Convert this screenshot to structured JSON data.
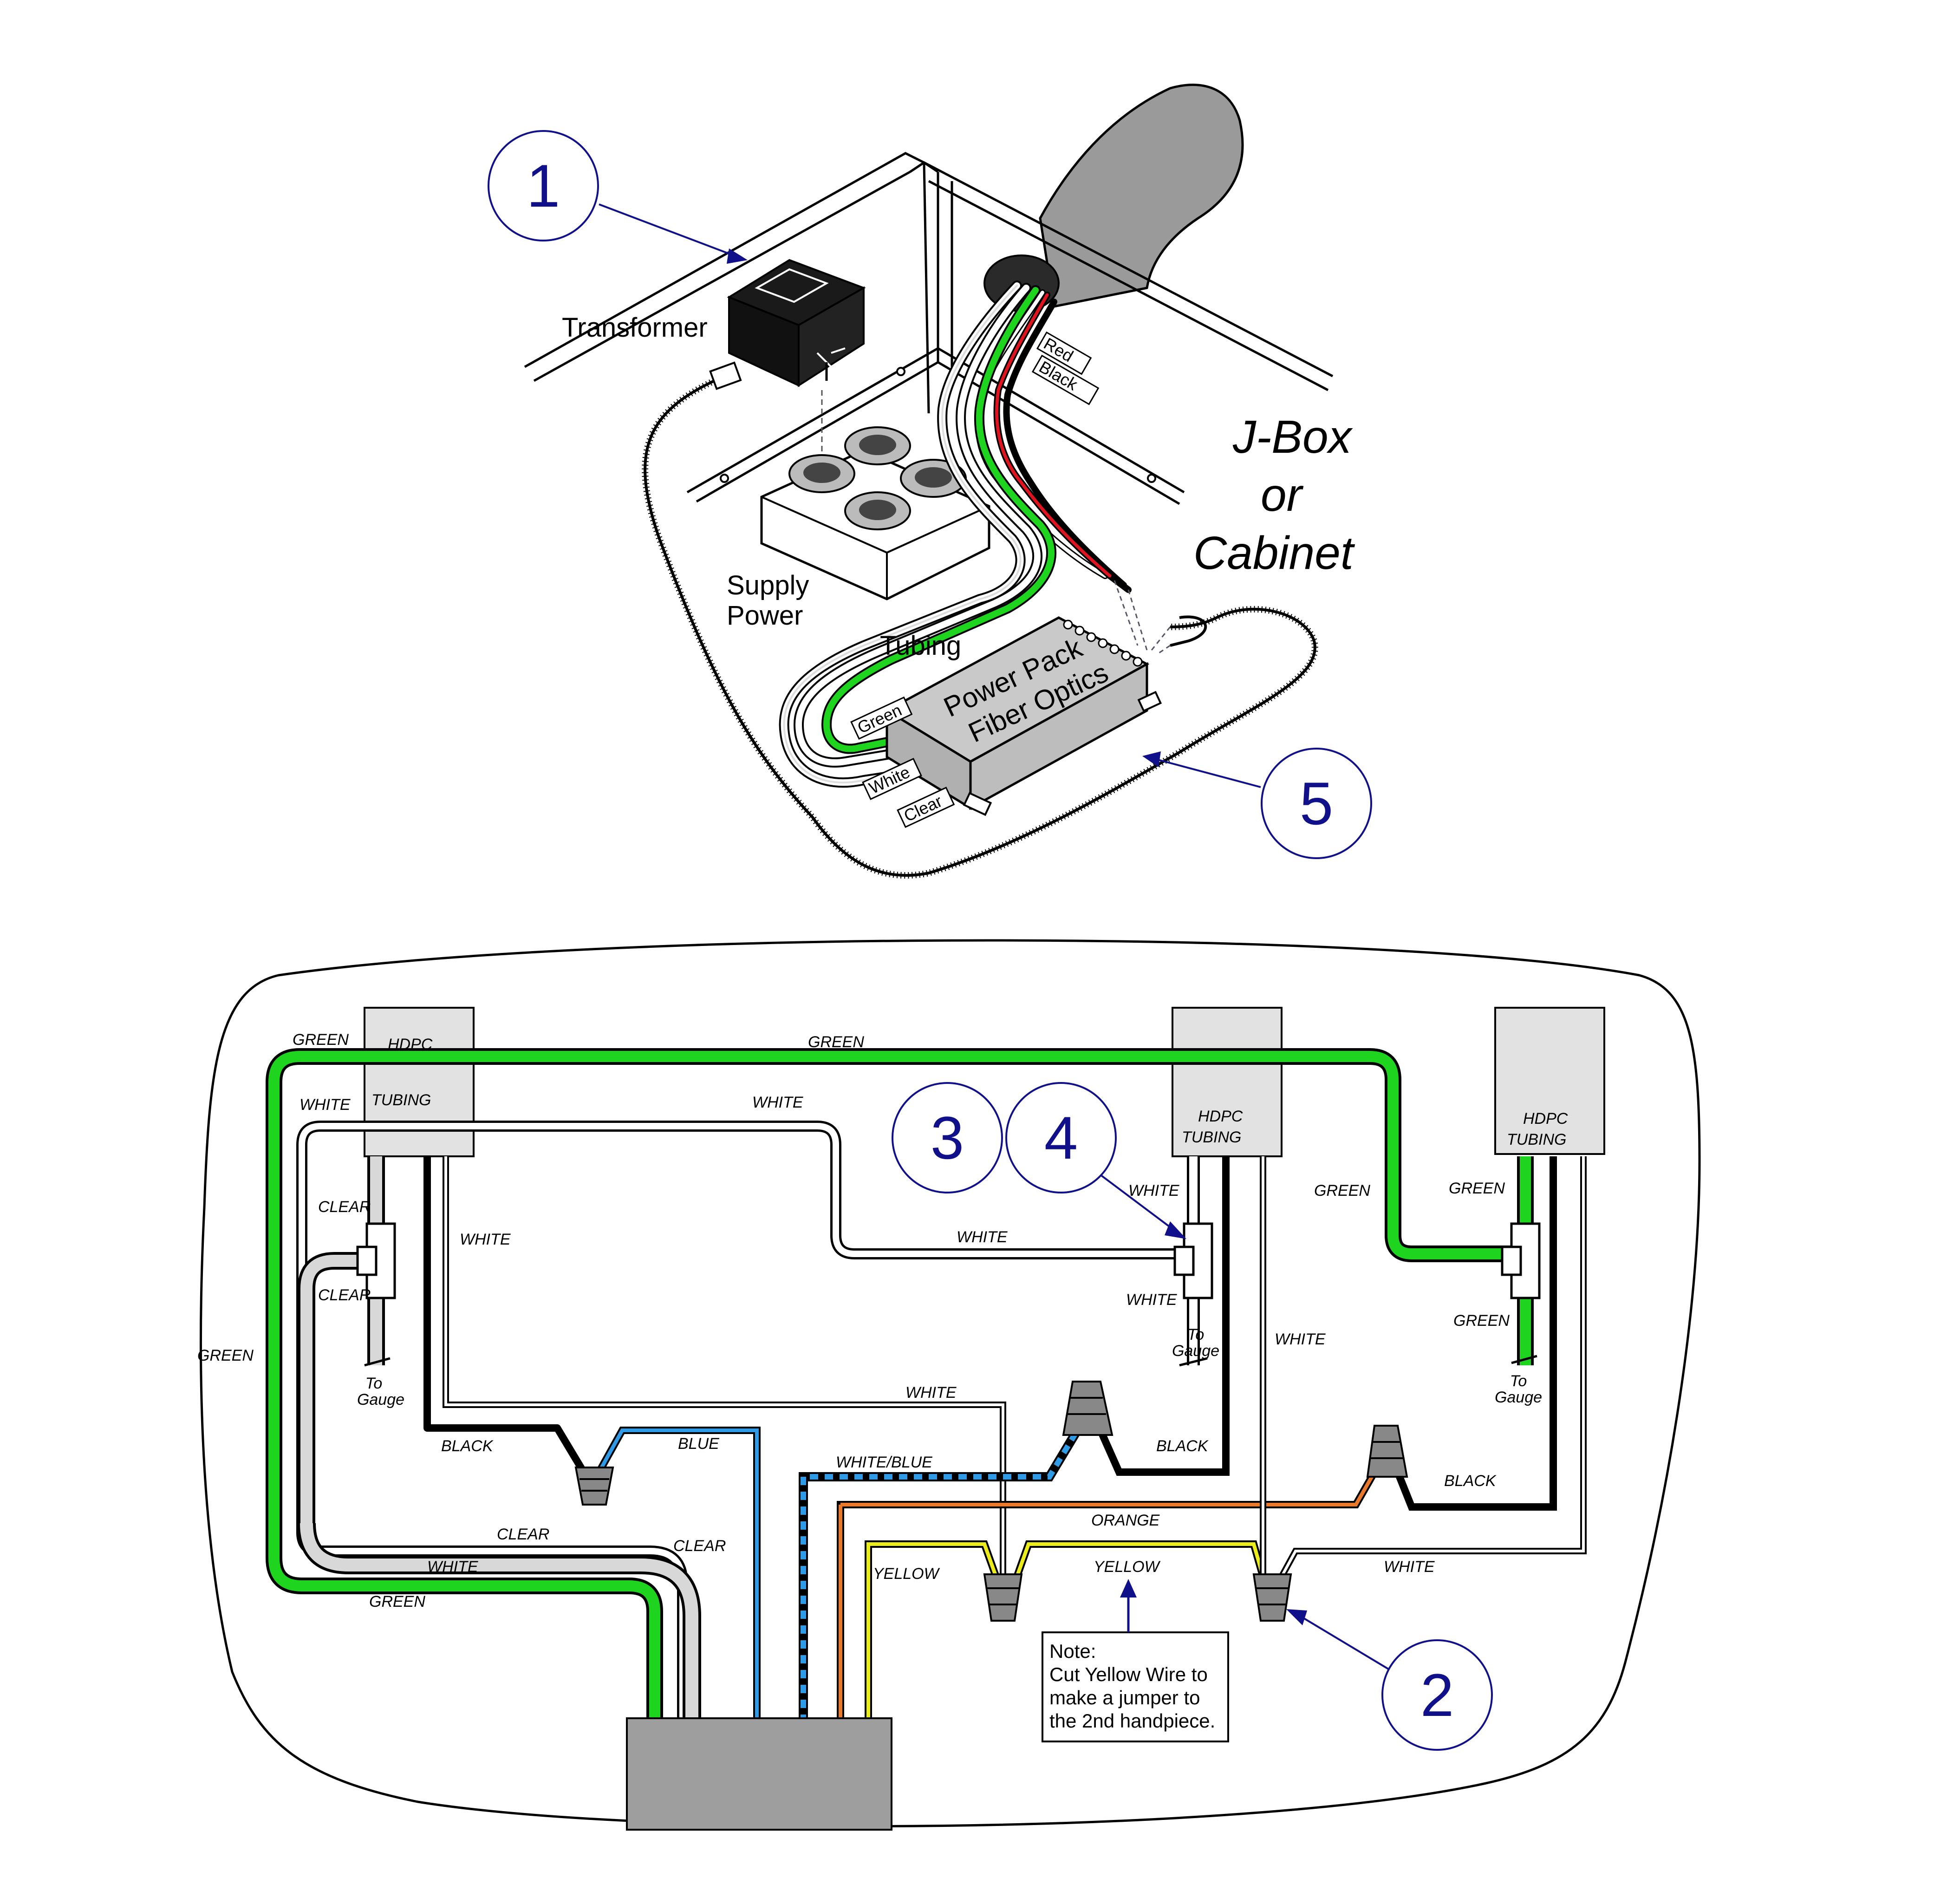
{
  "top": {
    "transformer": "Transformer",
    "supply_power": [
      "Supply",
      "Power"
    ],
    "tubing": "Tubing",
    "power_pack": [
      "Power Pack",
      "Fiber Optics"
    ],
    "jbox": [
      "J-Box",
      "or",
      "Cabinet"
    ],
    "wire_tags": {
      "red": "Red",
      "black": "Black",
      "green": "Green",
      "white": "White",
      "clear": "Clear"
    }
  },
  "callouts": [
    "1",
    "2",
    "3",
    "4",
    "5"
  ],
  "bottom": {
    "hdpc_left": [
      "HDPC",
      "TUBING"
    ],
    "hdpc_mid": [
      "HDPC",
      "TUBING"
    ],
    "hdpc_right": [
      "HDPC",
      "TUBING"
    ],
    "to_gauge": [
      "To",
      "Gauge"
    ],
    "wires": {
      "green": "GREEN",
      "white": "WHITE",
      "clear": "CLEAR",
      "black": "BLACK",
      "blue": "BLUE",
      "white_blue": "WHITE/BLUE",
      "orange": "ORANGE",
      "yellow": "YELLOW"
    },
    "note": [
      "Note:",
      "Cut Yellow Wire to",
      "make a jumper to",
      "the 2nd handpiece."
    ]
  },
  "colors": {
    "green": "#1ed41e",
    "blue": "#2f9be6",
    "orange": "#e8782a",
    "yellow": "#ecec1a",
    "red": "#e0141e",
    "callout": "#10108a",
    "gray": "#bdbdbd",
    "hdpc_box": "#e2e2e2"
  }
}
